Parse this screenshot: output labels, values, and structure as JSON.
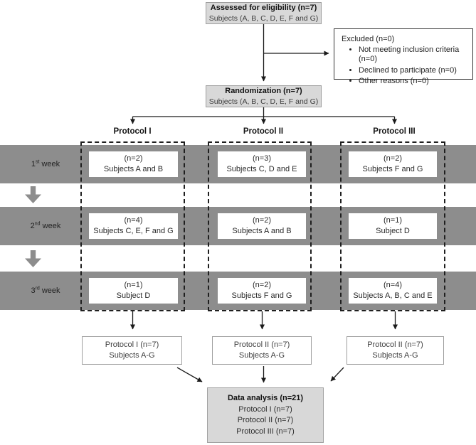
{
  "colors": {
    "band_gray": "#8d8d8d",
    "light_box_fill": "#d8d8d8",
    "box_border": "#9e9e9e",
    "line": "#1a1a1a"
  },
  "eligibility": {
    "title": "Assessed for eligibility (n=7)",
    "subtitle": "Subjects (A, B, C, D, E, F and G)"
  },
  "excluded": {
    "title": "Excluded (n=0)",
    "items": [
      "Not meeting inclusion criteria (n=0)",
      "Declined to participate (n=0)",
      "Other reasons (n=0)"
    ]
  },
  "randomization": {
    "title": "Randomization (n=7)",
    "subtitle": "Subjects (A, B, C, D, E, F and G)"
  },
  "protocol_headers": [
    "Protocol I",
    "Protocol II",
    "Protocol III"
  ],
  "weeks": [
    {
      "num": "1",
      "ordinal": "st",
      "word": "week",
      "cells": [
        {
          "n": "(n=2)",
          "subjects": "Subjects A and B"
        },
        {
          "n": "(n=3)",
          "subjects": "Subjects C, D and E"
        },
        {
          "n": "(n=2)",
          "subjects": "Subjects F and G"
        }
      ]
    },
    {
      "num": "2",
      "ordinal": "nd",
      "word": "week",
      "cells": [
        {
          "n": "(n=4)",
          "subjects": "Subjects C, E, F and G"
        },
        {
          "n": "(n=2)",
          "subjects": "Subjects A and B"
        },
        {
          "n": "(n=1)",
          "subjects": "Subject D"
        }
      ]
    },
    {
      "num": "3",
      "ordinal": "rd",
      "word": "week",
      "cells": [
        {
          "n": "(n=1)",
          "subjects": "Subject D"
        },
        {
          "n": "(n=2)",
          "subjects": "Subjects F and G"
        },
        {
          "n": "(n=4)",
          "subjects": "Subjects A, B, C and E"
        }
      ]
    }
  ],
  "summaries": [
    {
      "title": "Protocol I (n=7)",
      "subtitle": "Subjects A-G"
    },
    {
      "title": "Protocol II (n=7)",
      "subtitle": "Subjects A-G"
    },
    {
      "title": "Protocol II (n=7)",
      "subtitle": "Subjects A-G"
    }
  ],
  "analysis": {
    "title": "Data analysis (n=21)",
    "lines": [
      "Protocol I (n=7)",
      "Protocol II (n=7)",
      "Protocol III (n=7)"
    ]
  }
}
